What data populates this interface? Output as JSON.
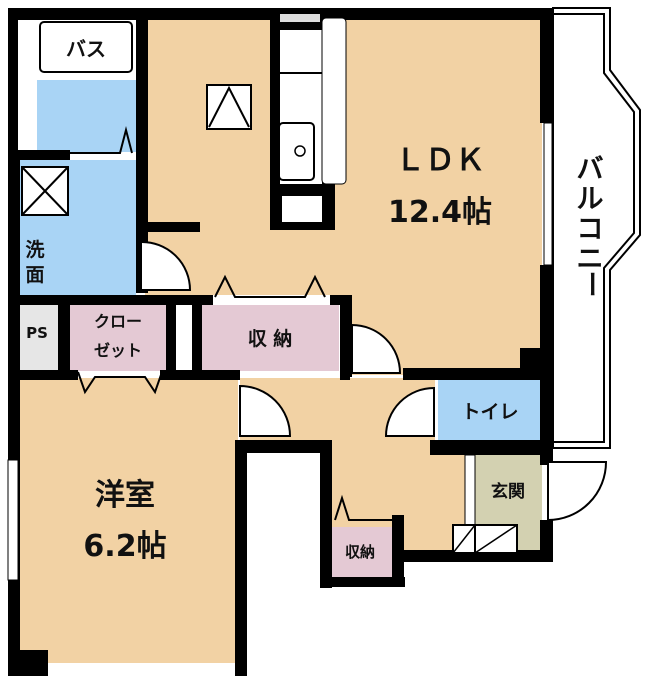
{
  "rooms": {
    "bath": "バス",
    "washroom_line1": "洗",
    "washroom_line2": "面",
    "ps": "PS",
    "closet_line1": "クロー",
    "closet_line2": "ゼット",
    "storage_main": "収 納",
    "storage_small": "収納",
    "ldk_name": "ＬＤＫ",
    "ldk_size": "12.4帖",
    "balcony_chars": [
      "バ",
      "ル",
      "コ",
      "ニ",
      "ー"
    ],
    "western_room_name": "洋室",
    "western_room_size": "6.2帖",
    "toilet": "トイレ",
    "entrance": "玄関"
  },
  "colors": {
    "living": "#f2d2a4",
    "wet_area": "#a9d4f5",
    "storage": "#e4c9d4",
    "entrance": "#d3d1b1"
  }
}
